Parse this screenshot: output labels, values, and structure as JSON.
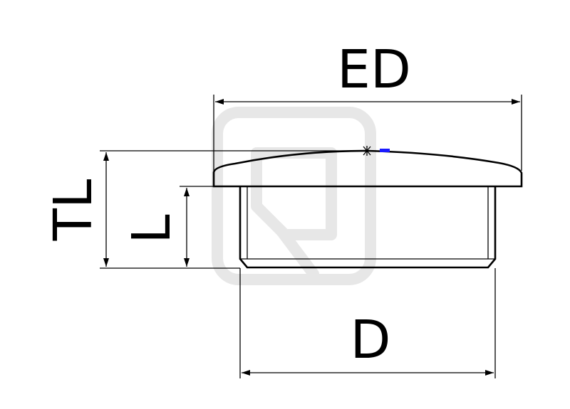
{
  "dimensions": {
    "overall_diameter": "ED",
    "total_length": "TL",
    "length": "L",
    "diameter": "D"
  },
  "colors": {
    "line": "#000000",
    "marker": "#1a1aff",
    "watermark": "#e7e7e7"
  }
}
